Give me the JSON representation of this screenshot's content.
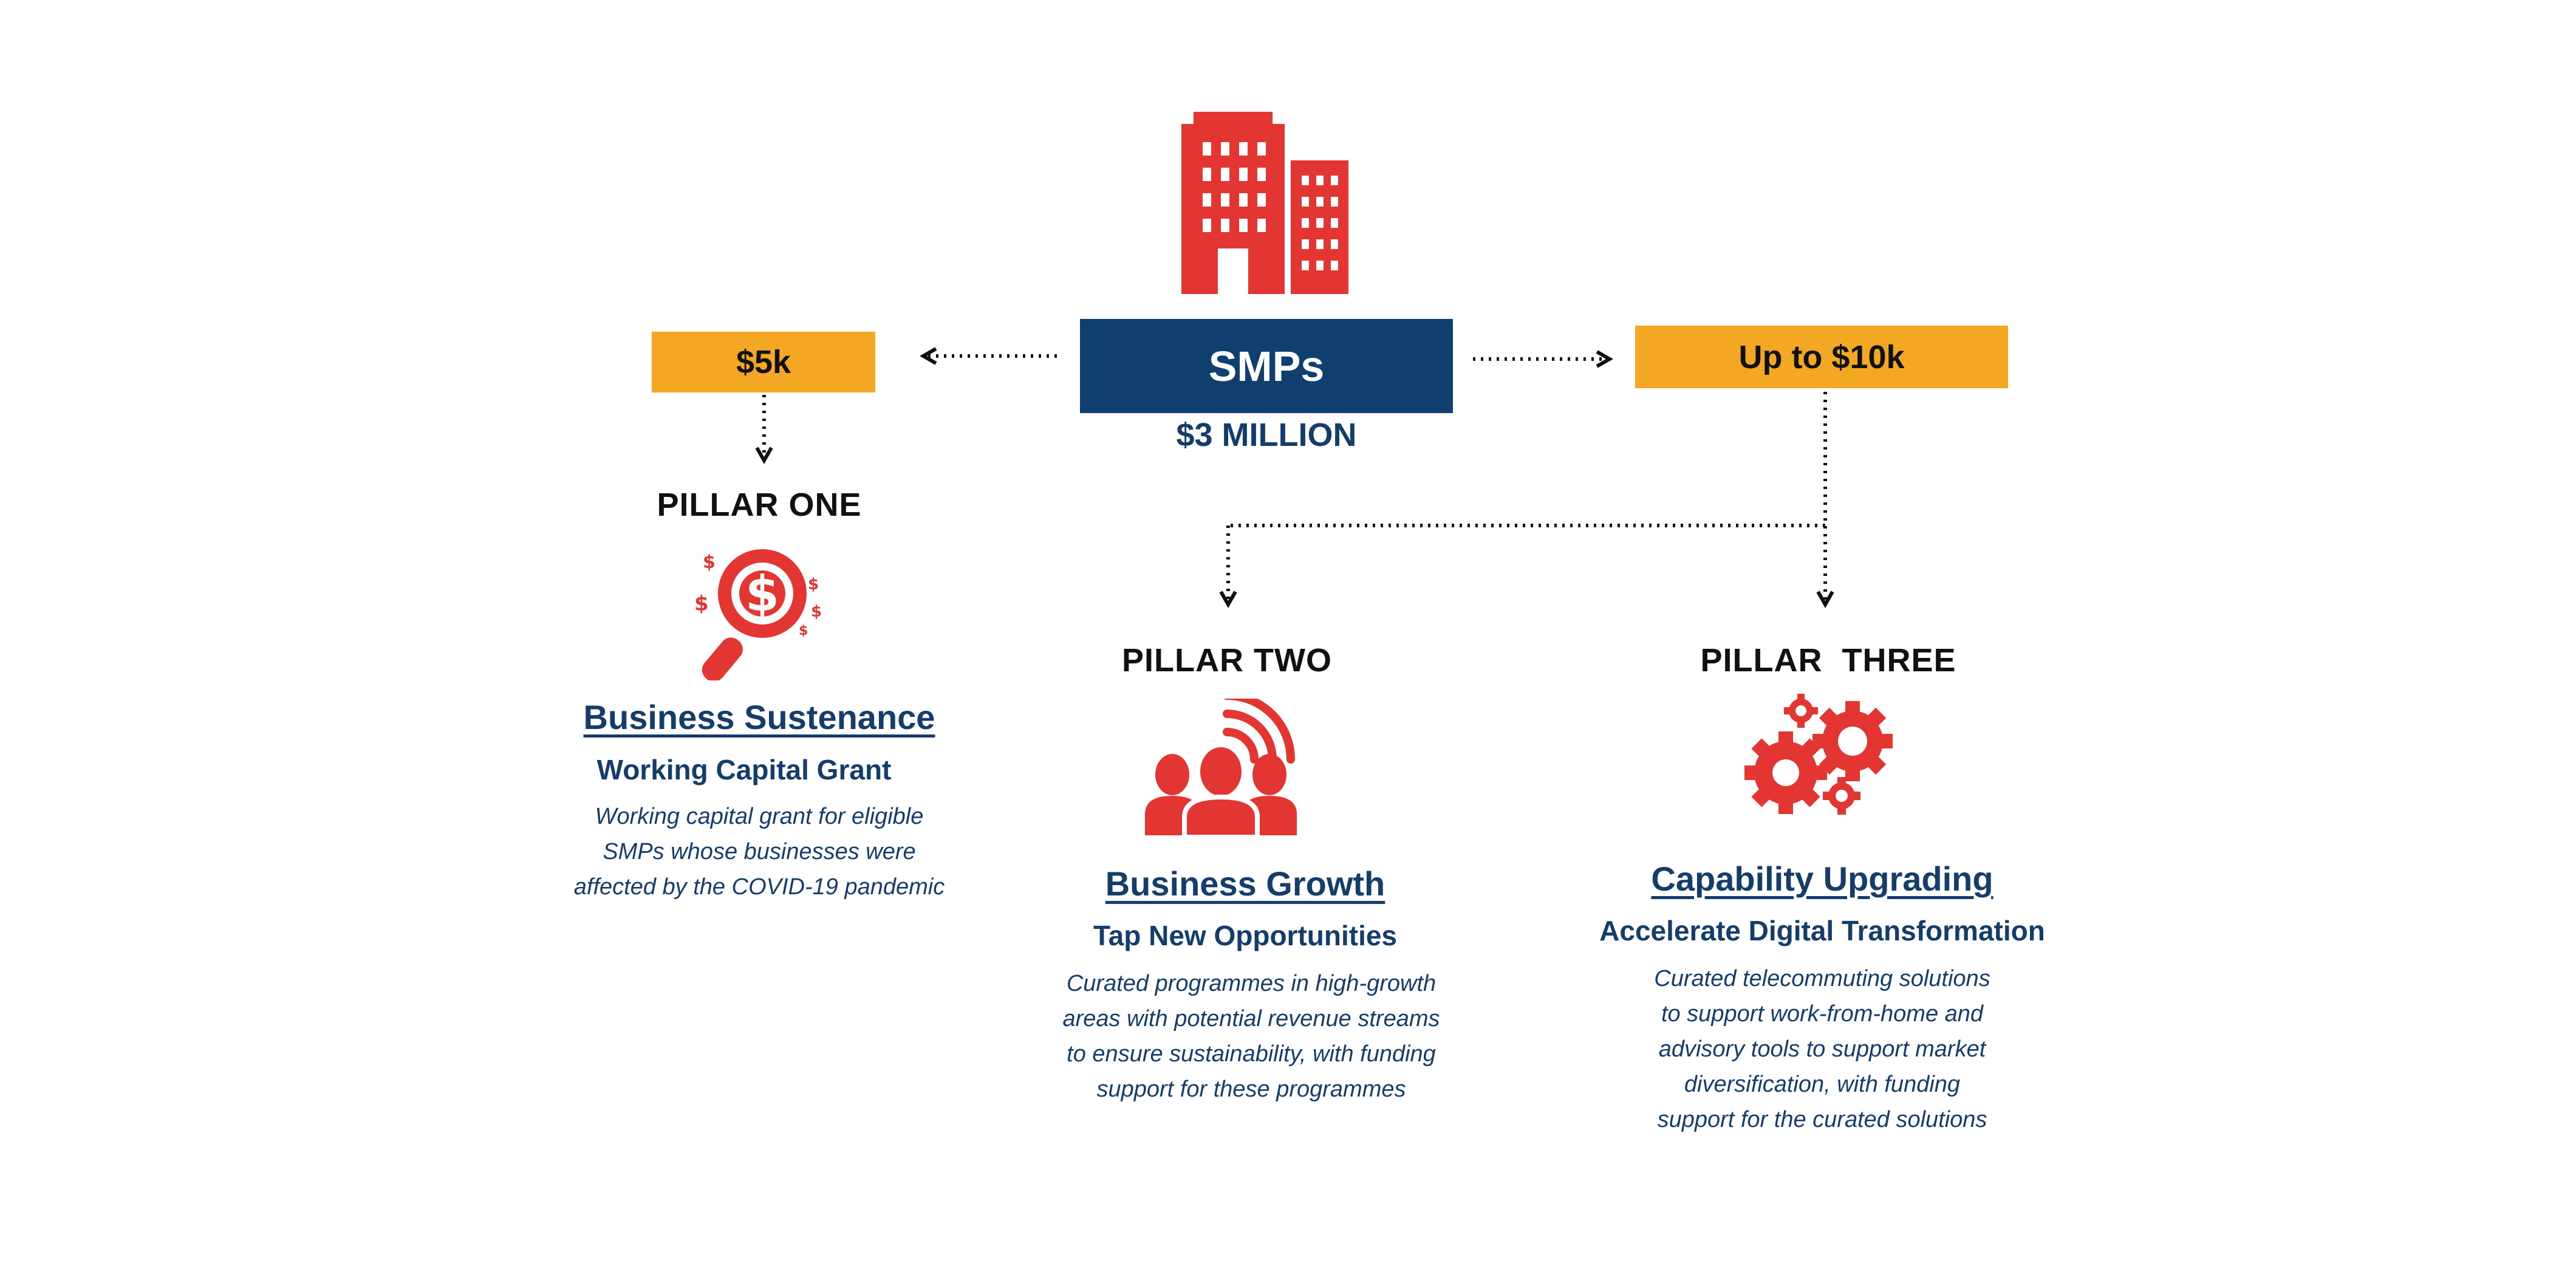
{
  "center": {
    "label": "SMPs",
    "budget": "$3 MILLION"
  },
  "left_amount": "$5k",
  "right_amount": "Up to $10k",
  "pillars": [
    {
      "label": "PILLAR ONE",
      "icon": "money-magnifier-icon",
      "title": "Business Sustenance",
      "subtitle": "Working Capital Grant",
      "description": [
        "Working capital grant for eligible",
        "SMPs whose businesses were",
        "affected by the COVID-19 pandemic"
      ]
    },
    {
      "label": "PILLAR TWO",
      "icon": "people-signal-icon",
      "title": "Business Growth",
      "subtitle": "Tap New Opportunities",
      "description": [
        "Curated programmes in high-growth",
        "areas with potential revenue streams",
        "to ensure sustainability, with funding",
        "support for these programmes"
      ]
    },
    {
      "label": "PILLAR  THREE",
      "icon": "gears-icon",
      "title": "Capability Upgrading",
      "subtitle": "Accelerate Digital Transformation",
      "description": [
        "Curated telecommuting solutions",
        "to support work-from-home and",
        "advisory tools to support market",
        "diversification, with funding",
        "support for the curated solutions"
      ]
    }
  ],
  "colors": {
    "navy": "#0F3F6E",
    "text_navy": "#143D6B",
    "orange": "#F3A723",
    "red": "#E33531"
  }
}
